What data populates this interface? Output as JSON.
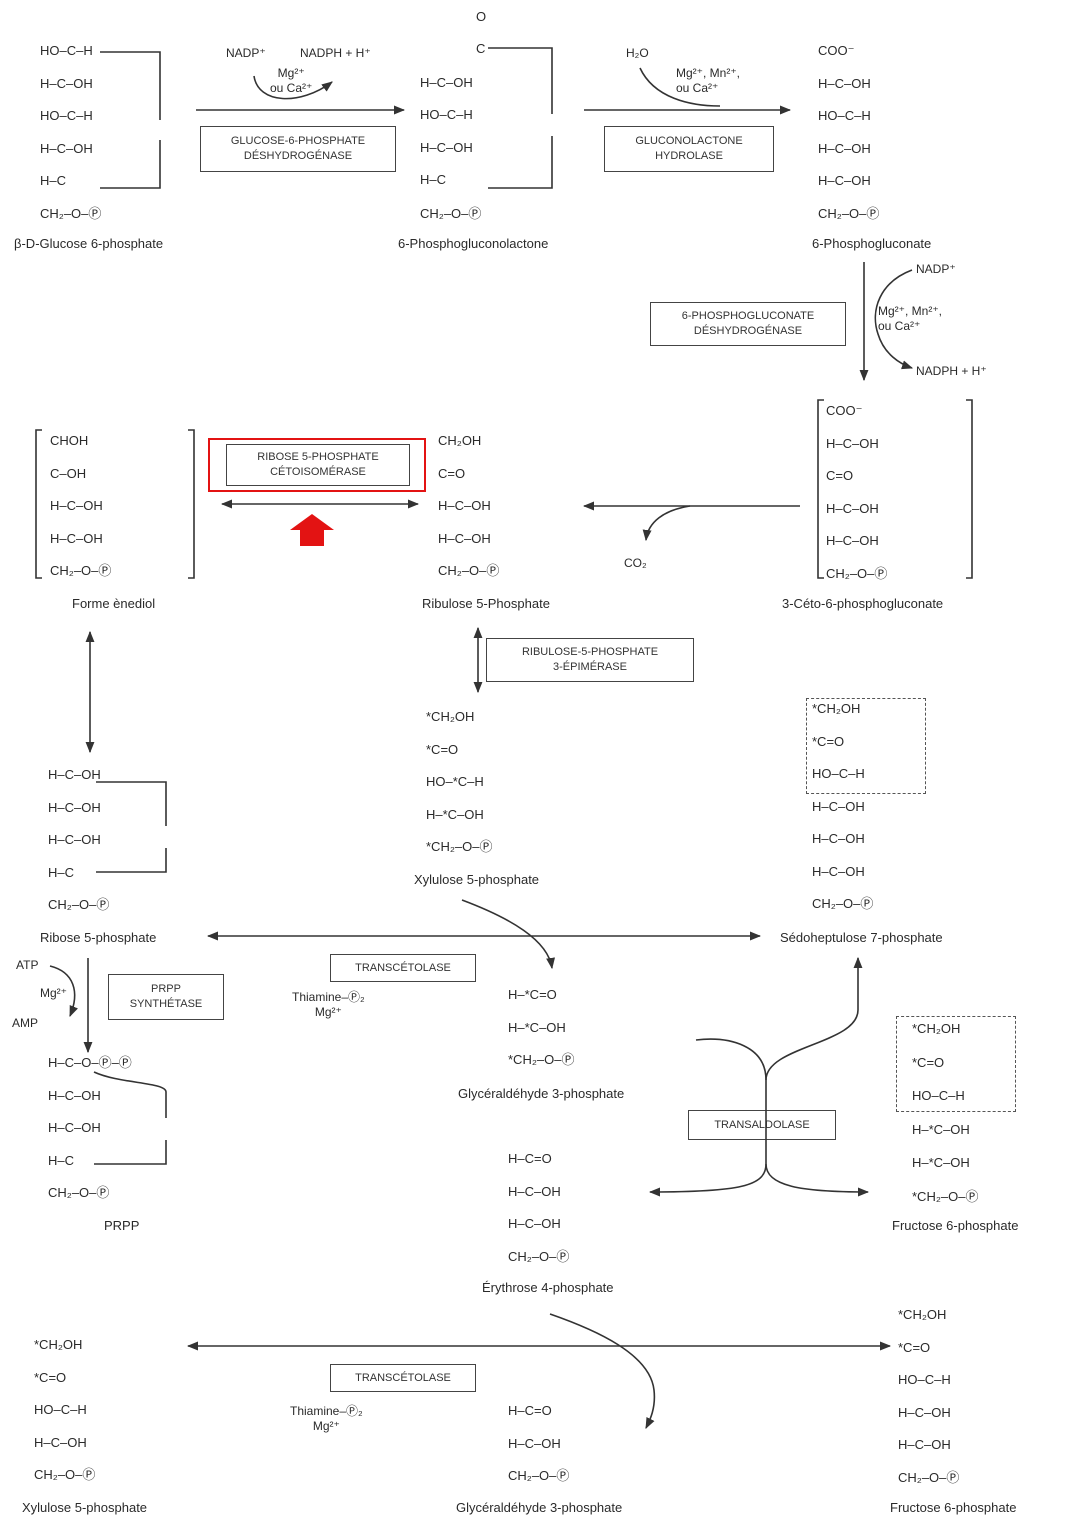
{
  "molecules": {
    "glucose6p": {
      "name": "β-D-Glucose 6-phosphate",
      "lines": [
        "HO–C–H",
        "H–C–OH",
        "HO–C–H",
        "H–C–OH",
        "H–C",
        "CH₂–O–Ⓟ"
      ]
    },
    "phosphogluconolactone": {
      "name": "6-Phosphogluconolactone",
      "lines": [
        "O",
        "C",
        "H–C–OH",
        "HO–C–H",
        "H–C–OH",
        "H–C",
        "CH₂–O–Ⓟ"
      ]
    },
    "phosphogluconate": {
      "name": "6-Phosphogluconate",
      "lines": [
        "COO⁻",
        "H–C–OH",
        "HO–C–H",
        "H–C–OH",
        "H–C–OH",
        "CH₂–O–Ⓟ"
      ]
    },
    "ceto": {
      "name": "3-Céto-6-phosphogluconate",
      "lines": [
        "COO⁻",
        "H–C–OH",
        "C=O",
        "H–C–OH",
        "H–C–OH",
        "CH₂–O–Ⓟ"
      ]
    },
    "ribulose": {
      "name": "Ribulose 5-Phosphate",
      "lines": [
        "CH₂OH",
        "C=O",
        "H–C–OH",
        "H–C–OH",
        "CH₂–O–Ⓟ"
      ]
    },
    "enediol": {
      "name": "Forme ènediol",
      "lines": [
        "CHOH",
        "C–OH",
        "H–C–OH",
        "H–C–OH",
        "CH₂–O–Ⓟ"
      ]
    },
    "xylulose": {
      "name": "Xylulose 5-phosphate",
      "lines": [
        "*CH₂OH",
        "*C=O",
        "HO–*C–H",
        "H–*C–OH",
        "*CH₂–O–Ⓟ"
      ]
    },
    "ribose5p": {
      "name": "Ribose 5-phosphate",
      "lines": [
        "H–C–OH",
        "H–C–OH",
        "H–C–OH",
        "H–C",
        "CH₂–O–Ⓟ"
      ]
    },
    "sedo": {
      "name": "Sédoheptulose 7-phosphate",
      "lines": [
        "*CH₂OH",
        "*C=O",
        "HO–C–H",
        "H–C–OH",
        "H–C–OH",
        "H–C–OH",
        "CH₂–O–Ⓟ"
      ]
    },
    "prpp": {
      "name": "PRPP",
      "lines": [
        "H–C–O–Ⓟ–Ⓟ",
        "H–C–OH",
        "H–C–OH",
        "H–C",
        "CH₂–O–Ⓟ"
      ]
    },
    "g3p1": {
      "name": "Glycéraldéhyde 3-phosphate",
      "lines": [
        "H–*C=O",
        "H–*C–OH",
        "*CH₂–O–Ⓟ"
      ]
    },
    "f6p1": {
      "name": "Fructose 6-phosphate",
      "lines": [
        "*CH₂OH",
        "*C=O",
        "HO–C–H",
        "H–*C–OH",
        "H–*C–OH",
        "*CH₂–O–Ⓟ"
      ]
    },
    "e4p": {
      "name": "Érythrose 4-phosphate",
      "lines": [
        "H–C=O",
        "H–C–OH",
        "H–C–OH",
        "CH₂–O–Ⓟ"
      ]
    },
    "xylulose2": {
      "name": "Xylulose 5-phosphate",
      "lines": [
        "*CH₂OH",
        "*C=O",
        "HO–C–H",
        "H–C–OH",
        "CH₂–O–Ⓟ"
      ]
    },
    "g3p2": {
      "name": "Glycéraldéhyde 3-phosphate",
      "lines": [
        "H–C=O",
        "H–C–OH",
        "CH₂–O–Ⓟ"
      ]
    },
    "f6p2": {
      "name": "Fructose 6-phosphate",
      "lines": [
        "*CH₂OH",
        "*C=O",
        "HO–C–H",
        "H–C–OH",
        "H–C–OH",
        "CH₂–O–Ⓟ"
      ]
    }
  },
  "enzymes": {
    "g6pd": [
      "GLUCOSE-6-PHOSPHATE",
      "DÉSHYDROGÉNASE"
    ],
    "lactonase": [
      "GLUCONOLACTONE",
      "HYDROLASE"
    ],
    "pgd": [
      "6-PHOSPHOGLUCONATE",
      "DÉSHYDROGÉNASE"
    ],
    "rpi": [
      "RIBOSE 5-PHOSPHATE",
      "CÉTOISOMÉRASE"
    ],
    "rpe": [
      "RIBULOSE-5-PHOSPHATE",
      "3-ÉPIMÉRASE"
    ],
    "prps": [
      "PRPP",
      "SYNTHÉTASE"
    ],
    "tk1": [
      "TRANSCÉTOLASE"
    ],
    "ta": [
      "TRANSALDOLASE"
    ],
    "tk2": [
      "TRANSCÉTOLASE"
    ]
  },
  "cofactors": {
    "nadp1": "NADP⁺",
    "nadph1": "NADPH + H⁺",
    "mg1": "Mg²⁺\nou Ca²⁺",
    "h2o": "H₂O",
    "mg2": "Mg²⁺, Mn²⁺,\nou Ca²⁺",
    "nadp2": "NADP⁺",
    "mg3": "Mg²⁺, Mn²⁺,\nou Ca²⁺",
    "nadph2": "NADPH + H⁺",
    "co2": "CO₂",
    "atp": "ATP",
    "mg4": "Mg²⁺",
    "amp": "AMP",
    "thiamine1": "Thiamine–Ⓟ₂\nMg²⁺",
    "thiamine2": "Thiamine–Ⓟ₂\nMg²⁺"
  },
  "highlight_color": "#e31313"
}
